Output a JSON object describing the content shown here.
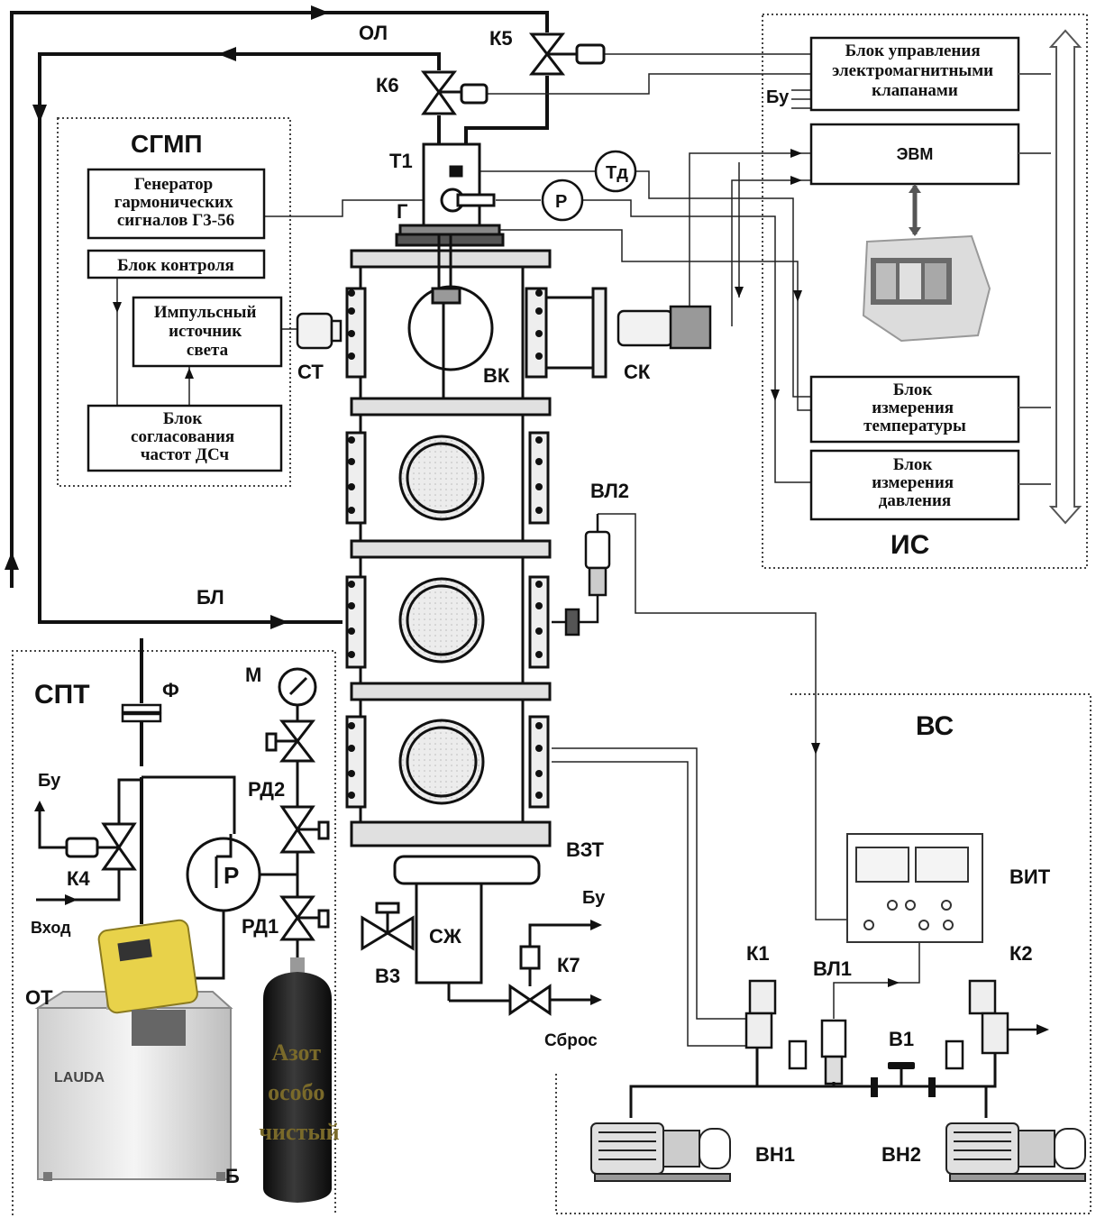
{
  "regions": {
    "sgmp": "СГМП",
    "is": "ИС",
    "spt": "СПТ",
    "vs": "ВС"
  },
  "blocks": {
    "generator": [
      "Генератор",
      "гармонических",
      "сигналов Г3-56"
    ],
    "control": [
      "Блок контроля"
    ],
    "pulse_light": [
      "Импульсный",
      "источник",
      "света"
    ],
    "freq_match": [
      "Блок",
      "согласования",
      "частот ДСч"
    ],
    "valve_control": [
      "Блок управления",
      "электромагнитными",
      "клапанами"
    ],
    "computer": [
      "ЭВМ"
    ],
    "temp_meas": [
      "Блок",
      "измерения",
      "температуры"
    ],
    "press_meas": [
      "Блок",
      "измерения",
      "давления"
    ]
  },
  "labels": {
    "ol": "ОЛ",
    "k5": "К5",
    "k6": "К6",
    "t1": "Т1",
    "g": "Г",
    "td": "Тд",
    "p": "Р",
    "bu_top": "Бу",
    "st": "СТ",
    "vk": "ВК",
    "sk": "СК",
    "vl2": "ВЛ2",
    "bl": "БЛ",
    "f": "Ф",
    "m": "М",
    "bu_left": "Бу",
    "k4": "К4",
    "rd2": "РД2",
    "regulator_p": "Р",
    "rd1": "РД1",
    "vhod": "Вход",
    "ot": "ОТ",
    "b": "Б",
    "vzt": "ВЗТ",
    "szh": "СЖ",
    "v3": "В3",
    "bu_right": "Бу",
    "k7": "К7",
    "sbros": "Сброс",
    "vit": "ВИТ",
    "k1": "К1",
    "vl1": "ВЛ1",
    "k2": "К2",
    "v1": "В1",
    "vn1": "ВН1",
    "vn2": "ВН2"
  },
  "photo_text": {
    "lauda": "LAUDA",
    "cylinder": [
      "Азот",
      "особо",
      "чистый"
    ]
  },
  "colors": {
    "line": "#111111",
    "flow": "#000000",
    "dotted": "#444444",
    "thermostat_yellow": "#e8d24a",
    "cylinder": "#1c1c1c"
  }
}
